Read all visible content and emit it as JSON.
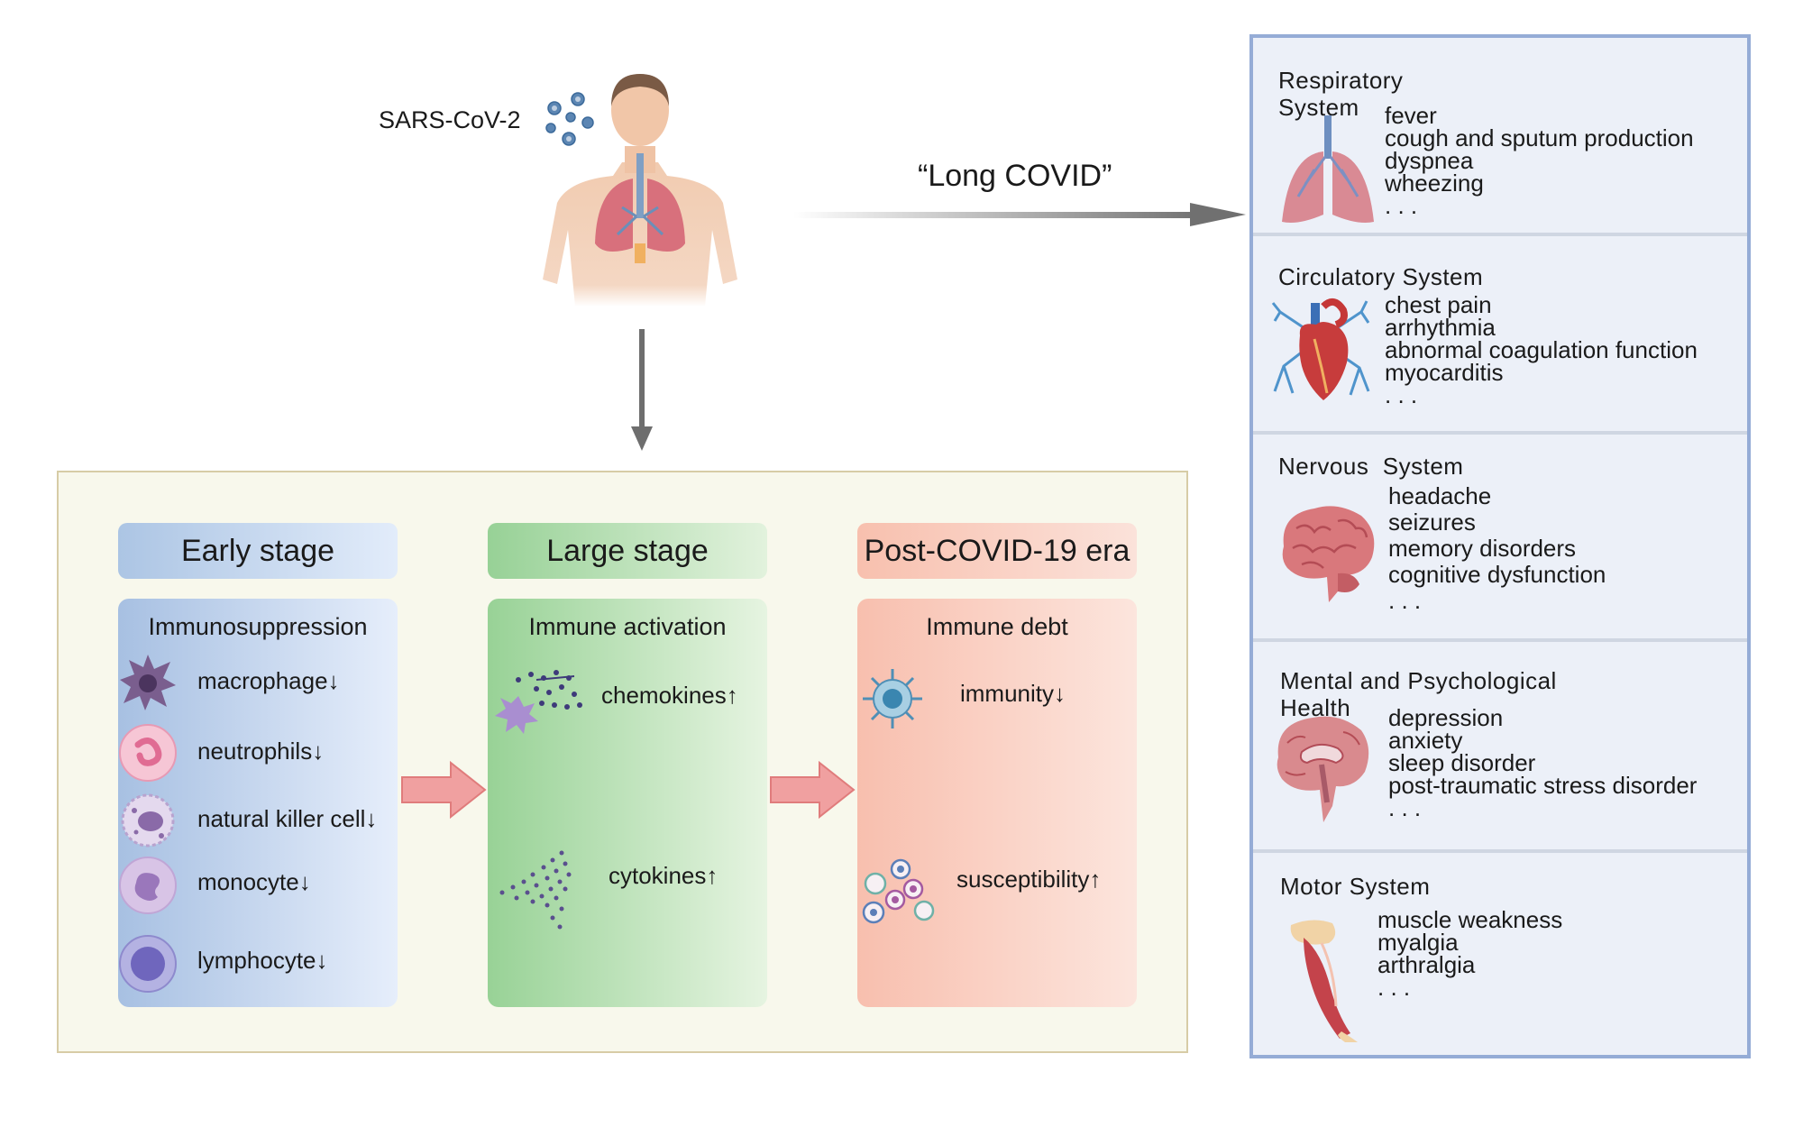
{
  "virus_label": "SARS-CoV-2",
  "long_covid_label": "“Long COVID”",
  "stages": [
    {
      "title": "Early stage",
      "subtitle": "Immunosuppression",
      "items": [
        "macrophage↓",
        "neutrophils↓",
        "natural killer cell↓",
        "monocyte↓",
        "lymphocyte↓"
      ]
    },
    {
      "title": "Large stage",
      "subtitle": "Immune activation",
      "items": [
        "chemokines↑",
        "cytokines↑"
      ]
    },
    {
      "title": "Post-COVID-19 era",
      "subtitle": "Immune debt",
      "items": [
        "immunity↓",
        "susceptibility↑"
      ]
    }
  ],
  "systems": [
    {
      "title": "Respiratory\nSystem",
      "symptoms": [
        "fever",
        "cough and sputum production",
        "dyspnea",
        "wheezing",
        ". . ."
      ]
    },
    {
      "title": "Circulatory System",
      "symptoms": [
        "chest pain",
        "arrhythmia",
        "abnormal coagulation function",
        "myocarditis",
        ". . ."
      ]
    },
    {
      "title": "Nervous  System",
      "symptoms": [
        "headache",
        "seizures",
        "memory disorders",
        "cognitive dysfunction",
        ". . ."
      ]
    },
    {
      "title": "Mental and Psychological\nHealth",
      "symptoms": [
        "depression",
        "anxiety",
        "sleep disorder",
        "post-traumatic stress disorder",
        ". . ."
      ]
    },
    {
      "title": "Motor System",
      "symptoms": [
        "muscle weakness",
        "myalgia",
        "arthralgia",
        ". . ."
      ]
    }
  ],
  "colors": {
    "early": "#b0c8e6",
    "large": "#a7d6a6",
    "post": "#f5c0ae",
    "panel_border": "#95acd6",
    "arrow_gray": "#6e6e6e",
    "arrow_red": "#ec8585"
  }
}
